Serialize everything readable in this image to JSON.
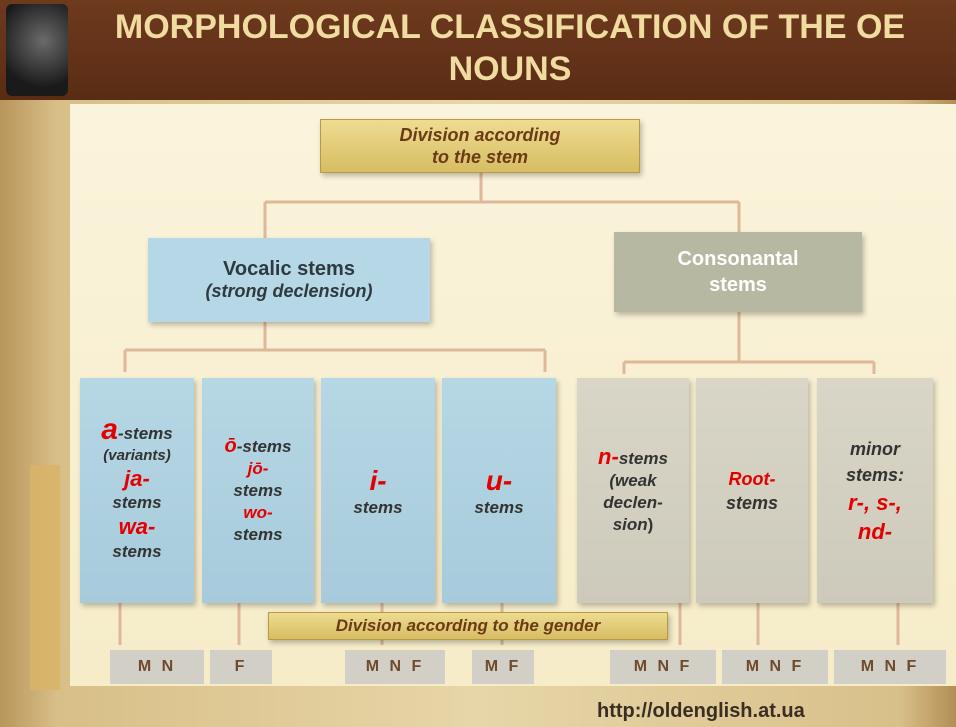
{
  "title": "MORPHOLOGICAL CLASSIFICATION OF THE OE NOUNS",
  "root": {
    "line1": "Division according",
    "line2": "to the stem"
  },
  "vocalic": {
    "line1": "Vocalic stems",
    "line2": "(strong declension)"
  },
  "consonantal": {
    "line1": "Consonantal",
    "line2": "stems"
  },
  "columns": {
    "a": {
      "big": "a",
      "t1": "-stems",
      "t2": "(variants)",
      "t3": "ja-",
      "t4": "stems",
      "t5": "wa-",
      "t6": "stems"
    },
    "o": {
      "t1": "ō",
      "t2": "-stems",
      "t3": "jō-",
      "t4": "stems",
      "t5": "wo-",
      "t6": "stems"
    },
    "i": {
      "t1": "i-",
      "t2": "stems"
    },
    "u": {
      "t1": "u-",
      "t2": "stems"
    },
    "n": {
      "t1": "n-",
      "t2": "stems",
      "t3": "(weak",
      "t4": "declen-",
      "t5": "sion",
      "t6": ")"
    },
    "root": {
      "t1": "Root-",
      "t2": "stems"
    },
    "minor": {
      "t1": "minor",
      "t2": "stems:",
      "t3": "r-, s-,",
      "t4": "nd-"
    }
  },
  "gender_box": "Division according to the gender",
  "genders": [
    "M N",
    "F",
    "M N F",
    "M F",
    "M N F",
    "M N F",
    "M N F"
  ],
  "url": "http://oldenglish.at.ua",
  "colors": {
    "title_bg": "#5a2c14",
    "title_text": "#f0dca0",
    "accent_red": "#e40000"
  }
}
